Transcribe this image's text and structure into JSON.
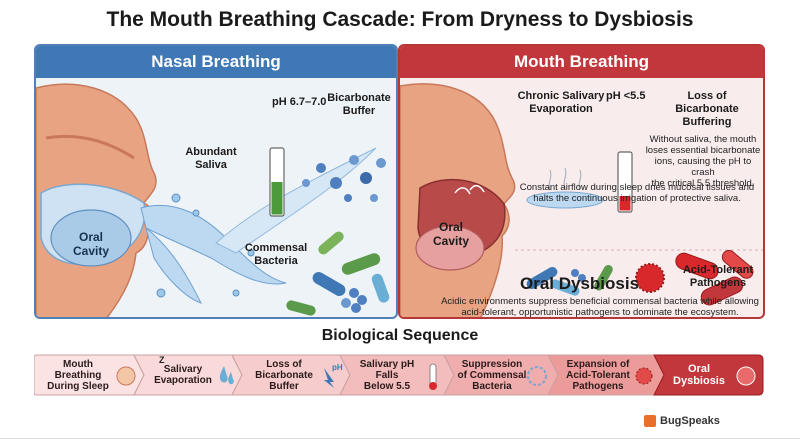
{
  "title": "The Mouth Breathing Cascade: From Dryness to Dysbiosis",
  "nasal": {
    "header": "Nasal Breathing",
    "ph": "pH 6.7–7.0",
    "bicarbonate": [
      "Bicarbonate",
      "Buffer"
    ],
    "saliva": [
      "Abundant",
      "Saliva"
    ],
    "oral_cavity": [
      "Oral",
      "Cavity"
    ],
    "commensal": [
      "Commensal",
      "Bacteria"
    ]
  },
  "mouth": {
    "header": "Mouth Breathing",
    "evaporation": [
      "Chronic Salivary",
      "Evaporation"
    ],
    "ph": "pH <5.5",
    "loss": [
      "Loss of",
      "Bicarbonate",
      "Buffering"
    ],
    "loss_desc": [
      "Without saliva, the mouth",
      "loses essential bicarbonate",
      "ions, causing the pH to crash",
      "the critical 5.5 threshold."
    ],
    "airflow_desc": [
      "Constant airflow during sleep dries mucosal tissues and",
      "halts the continuous irrigation of protective saliva."
    ],
    "oral_cavity": [
      "Oral",
      "Cavity"
    ],
    "dysbiosis": "Oral Dysbiosis",
    "pathogens": [
      "Acid-Tolerant",
      "Pathogens"
    ],
    "dysbiosis_desc": [
      "Acidic environments suppress beneficial commensal bacteria while allowing",
      "acid-tolerant, opportunistic pathogens to dominate the ecosystem."
    ]
  },
  "sequence": {
    "title": "Biological Sequence",
    "steps": [
      {
        "lines": [
          "Mouth",
          "Breathing",
          "During Sleep"
        ]
      },
      {
        "lines": [
          "Salivary",
          "Evaporation"
        ]
      },
      {
        "lines": [
          "Loss of",
          "Bicarbonate",
          "Buffer"
        ]
      },
      {
        "lines": [
          "Salivary pH",
          "Falls",
          "Below 5.5"
        ]
      },
      {
        "lines": [
          "Suppression",
          "of Commensal",
          "Bacteria"
        ]
      },
      {
        "lines": [
          "Expansion of",
          "Acid-Tolerant",
          "Pathogens"
        ]
      },
      {
        "lines": [
          "Oral",
          "Dysbiosis"
        ]
      }
    ],
    "icon_labels": {
      "sleep": "Z",
      "ph": "pH"
    }
  },
  "brand": "BugSpeaks",
  "colors": {
    "nasal_header": "#3f78b5",
    "mouth_header": "#c1373b",
    "ph_good": "#4d9a3c",
    "ph_bad": "#d9282c",
    "saliva": "#9cc8ea",
    "skin": "#e8a382"
  }
}
